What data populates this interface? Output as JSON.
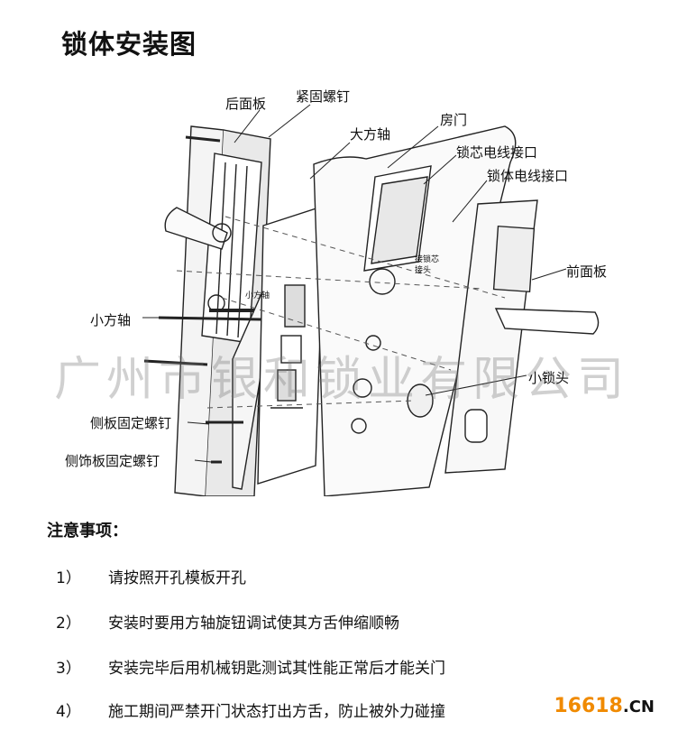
{
  "title": "锁体安装图",
  "diagram": {
    "labels": {
      "rear_panel": "后面板",
      "fastening_screw": "紧固螺钉",
      "big_spindle": "大方轴",
      "door": "房门",
      "cylinder_wire_connector": "锁芯电线接口",
      "lockbody_wire_connector": "锁体电线接口",
      "front_panel": "前面板",
      "small_spindle": "小方轴",
      "small_spindle_inner": "小方轴",
      "cylinder_connector_inner_1": "接锁芯",
      "cylinder_connector_inner_2": "接头",
      "small_cylinder": "小锁头",
      "side_plate_screw": "侧板固定螺钉",
      "side_trim_screw": "侧饰板固定螺钉"
    }
  },
  "watermark": "广州市银和锁业有限公司",
  "notes": {
    "heading": "注意事项：",
    "items": [
      {
        "num": "1）",
        "text": "请按照开孔模板开孔"
      },
      {
        "num": "2）",
        "text": "安装时要用方轴旋钮调试使其方舌伸缩顺畅"
      },
      {
        "num": "3）",
        "text": "安装完毕后用机械钥匙测试其性能正常后才能关门"
      },
      {
        "num": "4）",
        "text": "施工期间严禁开门状态打出方舌，防止被外力碰撞"
      }
    ]
  },
  "logo": {
    "main": "16618",
    "suffix": ".CN"
  }
}
